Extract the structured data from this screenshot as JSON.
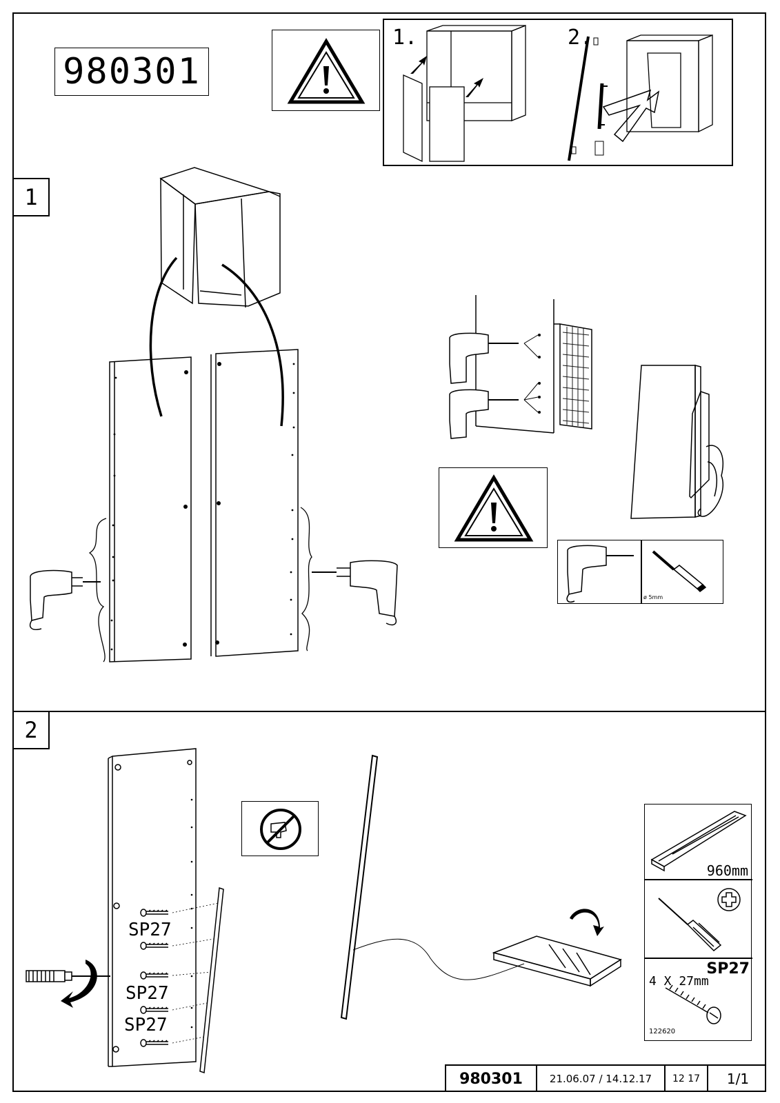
{
  "article_number": "980301",
  "warning_icon": "warning-triangle-icon",
  "top_panel": {
    "step_1_label": "1.",
    "step_2_label": "2."
  },
  "steps": [
    {
      "number": "1"
    },
    {
      "number": "2"
    }
  ],
  "step2": {
    "screw_labels": [
      "SP27",
      "SP27",
      "SP27"
    ],
    "no_drill_icon": "no-power-drill-icon"
  },
  "parts": {
    "handle_length": "960mm",
    "screwdriver_icon": "phillips-screwdriver-icon",
    "screw_code": "SP27",
    "screw_size": "4 X 27mm",
    "screw_part_no": "122620"
  },
  "drill_bit": {
    "diameter": "ø 5mm"
  },
  "title_block": {
    "article_number": "980301",
    "dates": "21.06.07 / 14.12.17",
    "code": "12 17",
    "page": "1/1"
  }
}
